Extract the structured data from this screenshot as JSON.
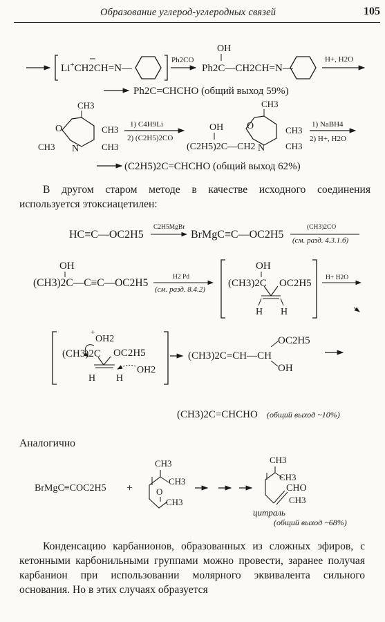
{
  "header": {
    "running_title": "Образование углерод-углеродных связей",
    "page_number": "105"
  },
  "scheme1": {
    "reagent_left": "Li",
    "reagent_charge": "+",
    "reagent_chain": "CH2CH=N—",
    "arrow1_label": "Ph2CO",
    "product_oh": "OH",
    "product_chain": "Ph2C—CH2CH=N—",
    "arrow2_label": "H+, H2O",
    "result": "Ph2C=CHCHO (общий выход 59%)"
  },
  "scheme2": {
    "ring_ch3_top": "CH3",
    "ring_o": "O",
    "ring_n": "N",
    "ring_ch3_right_upper": "CH3",
    "ring_ch3_right_lower": "CH3",
    "ring_ch3_left": "CH3",
    "arrow1_step1": "1) C4H9Li",
    "arrow1_step2": "2) (C2H5)2CO",
    "product_oh": "OH",
    "product_chain": "(C2H5)2C—CH2",
    "arrow2_step1": "1) NaBH4",
    "arrow2_step2": "2) H+, H2O",
    "result": "(C2H5)2C=CHCHO (общий выход 62%)"
  },
  "paragraph1": "В другом старом методе в качестве исходного соединения используется этоксиацетилен:",
  "scheme3": {
    "reactant": "HC≡C—OC2H5",
    "arrow1_label": "C2H5MgBr",
    "intermediate": "BrMgC≡C—OC2H5",
    "arrow2_label": "(CH3)2CO",
    "arrow2_ref": "(см. разд. 4.3.1.б)"
  },
  "scheme4": {
    "oh": "OH",
    "alkyne": "(CH3)2C—C≡C—OC2H5",
    "arrow_label": "H2 Pd",
    "arrow_ref": "(см. разд. 8.4.2)",
    "bracket_oh": "OH",
    "bracket_cme2": "(CH3)2C",
    "bracket_oet": "OC2H5",
    "bracket_h1": "H",
    "bracket_h2": "H",
    "arrow2_label": "H+ H2O"
  },
  "scheme5": {
    "oh2_top": "OH2",
    "oh2_plus": "+",
    "cme2": "(CH3)2C",
    "oet": "OC2H5",
    "h1": "H",
    "h2": "H",
    "oh2_bottom": "OH2",
    "product_main": "(CH3)2C=CH—CH",
    "product_oet": "OC2H5",
    "product_oh": "OH"
  },
  "scheme6": {
    "result": "(CH3)2C=CHCHO",
    "yield_note": "(общий выход ~10%)"
  },
  "paragraph2": "Аналогично",
  "scheme7": {
    "reagent": "BrMgC≡COC2H5",
    "plus": "+",
    "ketone_ch3_top": "CH3",
    "ketone_ch3_right": "CH3",
    "ketone_o": "O",
    "ketone_ch3_bottom": "CH3",
    "product_ch3_top": "CH3",
    "product_ch3_mid": "CH3",
    "product_cho": "CHO",
    "product_ch3_bottom": "CH3",
    "product_name": "цитраль",
    "product_yield": "(общий выход ~68%)"
  },
  "paragraph3": "Конденсацию карбанионов, образованных из сложных эфиров, с кетонными карбонильными группами можно провести, заранее получая карбанион при использовании молярного эквивалента сильного основания. Но в этих случаях образуется"
}
